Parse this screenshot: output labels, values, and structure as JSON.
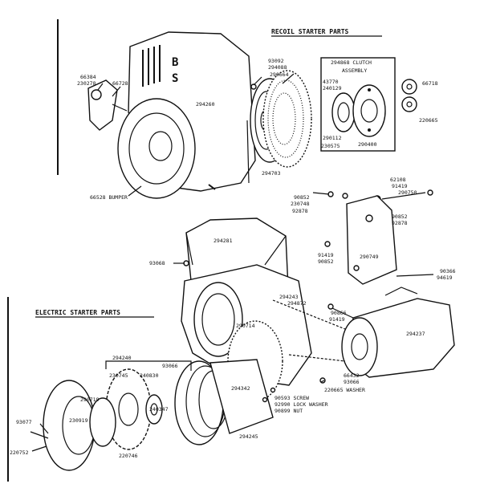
{
  "headings": {
    "recoil": "RECOIL STARTER PARTS",
    "electric": "ELECTRIC STARTER PARTS"
  },
  "clutch_box": {
    "title_line1": "294868 CLUTCH",
    "title_line2": "ASSEMBLY"
  },
  "labels": {
    "p294260": "294260",
    "p66384": "66384",
    "p230278": "230278",
    "p66728": "66728",
    "p66528": "66528 BUMPER",
    "p93092a": "93092",
    "p294088": "294088",
    "p290664": "290664",
    "p294703": "294703",
    "p43770": "43770",
    "p240129": "240129",
    "p290112": "290112",
    "p230575": "230575",
    "p290400": "290400",
    "p66718": "66718",
    "p220665a": "220665",
    "p62108": "62108",
    "p91419": "91419",
    "p290750": "290750",
    "p90852a": "90852",
    "p230748": "230748",
    "p92878a": "92878",
    "p90852b": "90852",
    "p92878b": "92878",
    "p294281": "294281",
    "p93068a": "93068",
    "p91419b": "91419",
    "p90852c": "90852",
    "p290749": "290749",
    "p90366": "90366",
    "p94619": "94619",
    "p294243": "294243",
    "p294872": "294872",
    "p90866": "90866",
    "p91419c": "91419",
    "p290714": "290714",
    "p294237": "294237",
    "p294240": "294240",
    "p230745": "230745",
    "p240830": "240830",
    "p93066b": "93066",
    "p290719": "290719",
    "p240347": "240347",
    "p294342": "294342",
    "p230919": "230919",
    "p93077": "93077",
    "p220752": "220752",
    "p220746": "220746",
    "p66432": "66432",
    "p93066c": "93066",
    "p220665b": "220665 WASHER",
    "p90593": "90593 SCREW",
    "p92990": "92990 LOCK WASHER",
    "p90899": "90899 NUT",
    "p294245": "294245"
  }
}
